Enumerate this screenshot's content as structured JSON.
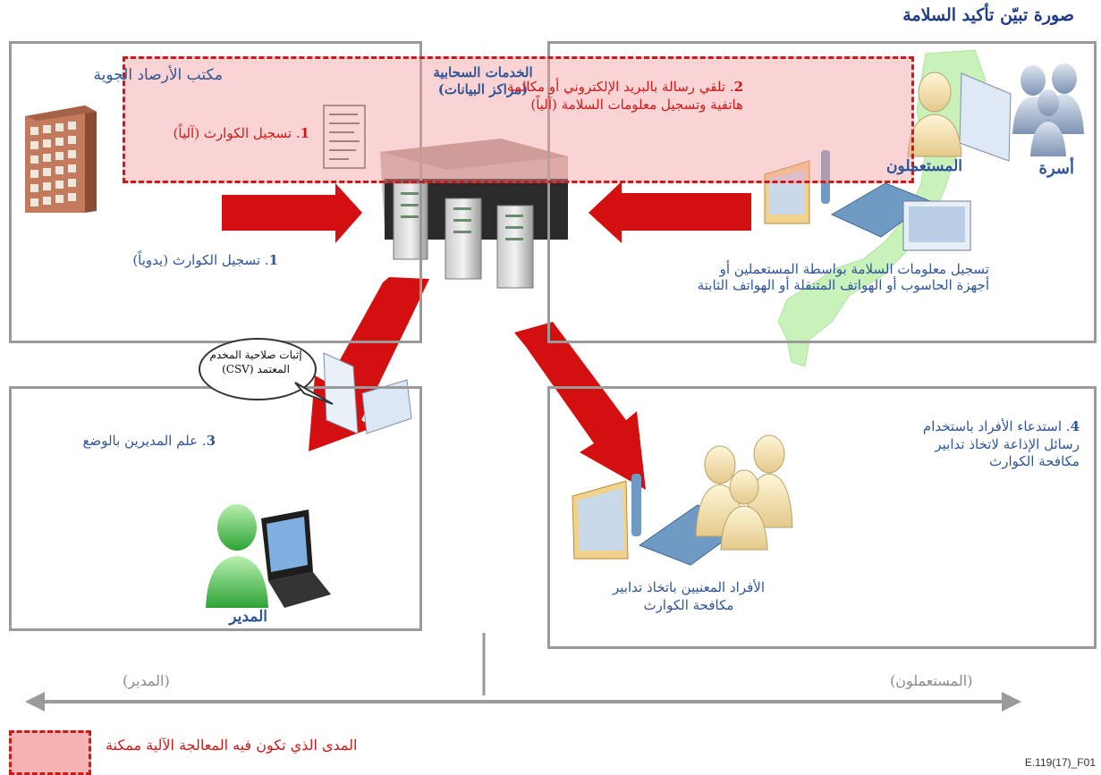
{
  "title": "صورة تبيّن تأكيد السلامة",
  "figure_id": "E.119(17)_F01",
  "colors": {
    "accent_blue": "#2f5597",
    "automation_red": "#d01818",
    "automation_fill": "#f4b4b4",
    "arrow_red": "#d40f0f",
    "frame_gray": "#9a9a9a"
  },
  "weather_office": {
    "label": "مكتب الأرصاد الجوية",
    "manual_num": "1",
    "manual_text": ". تسجيل الكوارث (يدوياً)",
    "auto_num": "1",
    "auto_text": ". تسجيل الكوارث (آلياً)"
  },
  "cloud": {
    "label_line1": "الخدمات السحابية",
    "label_line2": "(مراكز البيانات)"
  },
  "users_panel": {
    "auto_num": "2",
    "auto_line1": ". تلقي رسالة بالبريد الإلكتروني أو مكالمة",
    "auto_line2": "هاتفية وتسجيل معلومات السلامة (آلياً)",
    "users_label": "المستعملون",
    "family_label": "أسرة",
    "register_line1": "تسجيل معلومات السلامة بواسطة المستعملين أو",
    "register_line2": "أجهزة الحاسوب أو الهواتف المتنقلة أو الهواتف الثابتة"
  },
  "manager_panel": {
    "csv_line1": "إثبات صلاحية المخدم",
    "csv_line2": "المعتمد (CSV)",
    "step_num": "3",
    "step_text": ". علم المديرين بالوضع",
    "manager_label": "المدير"
  },
  "responders_panel": {
    "step_num": "4",
    "step_line1": ". استدعاء الأفراد باستخدام",
    "step_line2": "رسائل الإذاعة لاتخاذ تدابير",
    "step_line3": "مكافحة الكوارث",
    "people_line1": "الأفراد المعنيين باتخاذ تدابير",
    "people_line2": "مكافحة الكوارث"
  },
  "axis": {
    "left_label": "(المدير)",
    "right_label": "(المستعملون)"
  },
  "legend": {
    "label": "المدى الذي تكون فيه المعالجة الآلية ممكنة"
  }
}
